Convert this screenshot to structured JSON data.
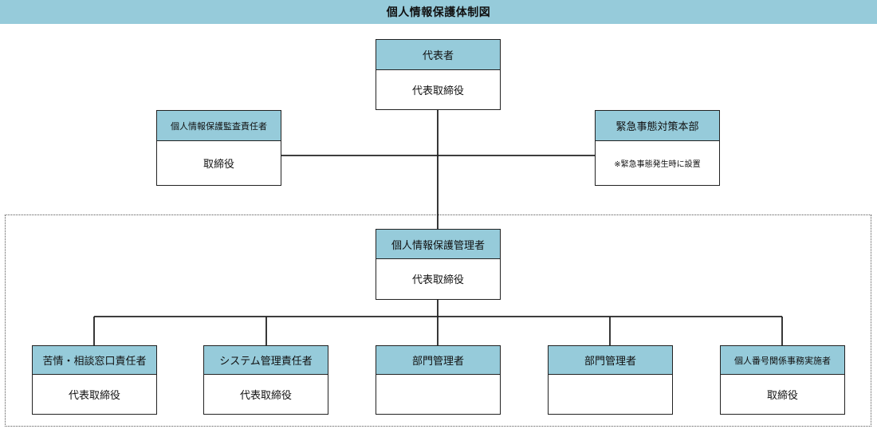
{
  "title": "個人情報保護体制図",
  "colors": {
    "header_fill": "#96cbda",
    "line": "#222222",
    "dashed_border": "#555555"
  },
  "representative": {
    "role": "代表者",
    "person": "代表取締役"
  },
  "audit_manager": {
    "role": "個人情報保護監査責任者",
    "person": "取締役"
  },
  "emergency_hq": {
    "role": "緊急事態対策本部",
    "note": "※緊急事態発生時に設置"
  },
  "privacy_manager": {
    "role": "個人情報保護管理者",
    "person": "代表取締役"
  },
  "subordinates": [
    {
      "role": "苦情・相談窓口責任者",
      "person": "代表取締役"
    },
    {
      "role": "システム管理責任者",
      "person": "代表取締役"
    },
    {
      "role": "部門管理者",
      "person": ""
    },
    {
      "role": "部門管理者",
      "person": ""
    },
    {
      "role": "個人番号関係事務実施者",
      "person": "取締役"
    }
  ]
}
